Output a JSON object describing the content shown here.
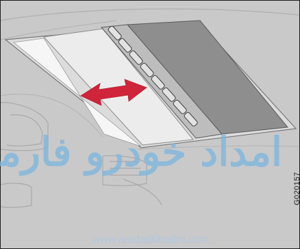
{
  "figure": {
    "code": "G020157",
    "subject": "sunroof-sliding-sunshade"
  },
  "watermark": {
    "main_text": "امداد خودرو فارما",
    "sub_text": "www.amdadkhodro.com"
  },
  "colors": {
    "frame": "#1a1a1a",
    "background": "#c9c9c9",
    "sunshade": "#ececec",
    "glass_panel": "#8e8e8e",
    "arrow": "#d0243a",
    "watermark": "#7bb6df"
  },
  "icons": {
    "arrow": "double-headed-arrow",
    "slots": "vent-slot-row"
  }
}
